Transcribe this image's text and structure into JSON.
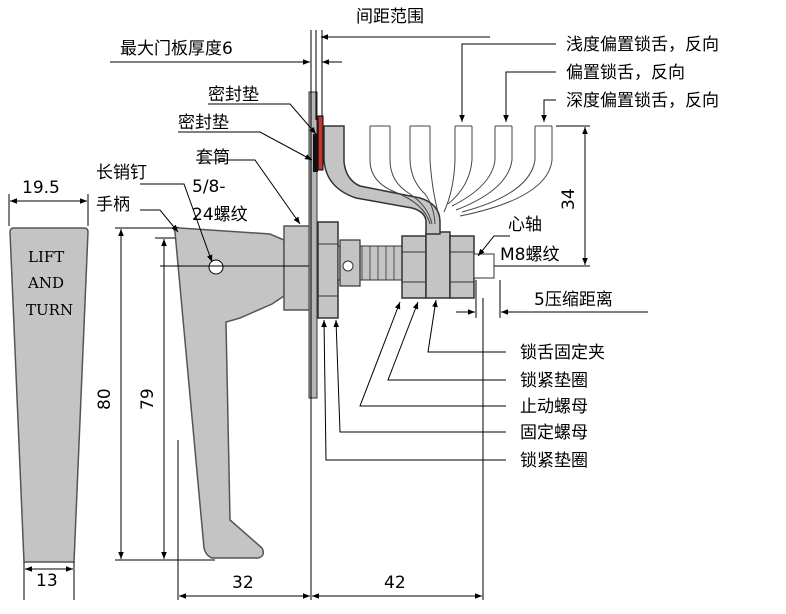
{
  "front_view": {
    "width_top": "19.5",
    "width_bottom": "13",
    "label_line1": "LIFT",
    "label_line2": "AND",
    "label_line3": "TURN"
  },
  "dimensions": {
    "height_80": "80",
    "height_79": "79",
    "width_32": "32",
    "width_42": "42",
    "offset_34": "34"
  },
  "labels": {
    "spacing_range": "间距范围",
    "max_door_thickness": "最大门板厚度6",
    "gasket_1": "密封垫",
    "gasket_2": "密封垫",
    "sleeve": "套筒",
    "thread_1": "5/8-",
    "thread_2": "24螺纹",
    "long_pin": "长销钉",
    "handle": "手柄",
    "shallow_offset": "浅度偏置锁舌，反向",
    "offset": "偏置锁舌，反向",
    "deep_offset": "深度偏置锁舌，反向",
    "spindle": "心轴",
    "m8_thread": "M8螺纹",
    "compress_distance": "5压缩距离",
    "tongue_clip": "锁舌固定夹",
    "lock_washer_1": "锁紧垫圈",
    "stop_nut": "止动螺母",
    "fixed_nut": "固定螺母",
    "lock_washer_2": "锁紧垫圈"
  }
}
